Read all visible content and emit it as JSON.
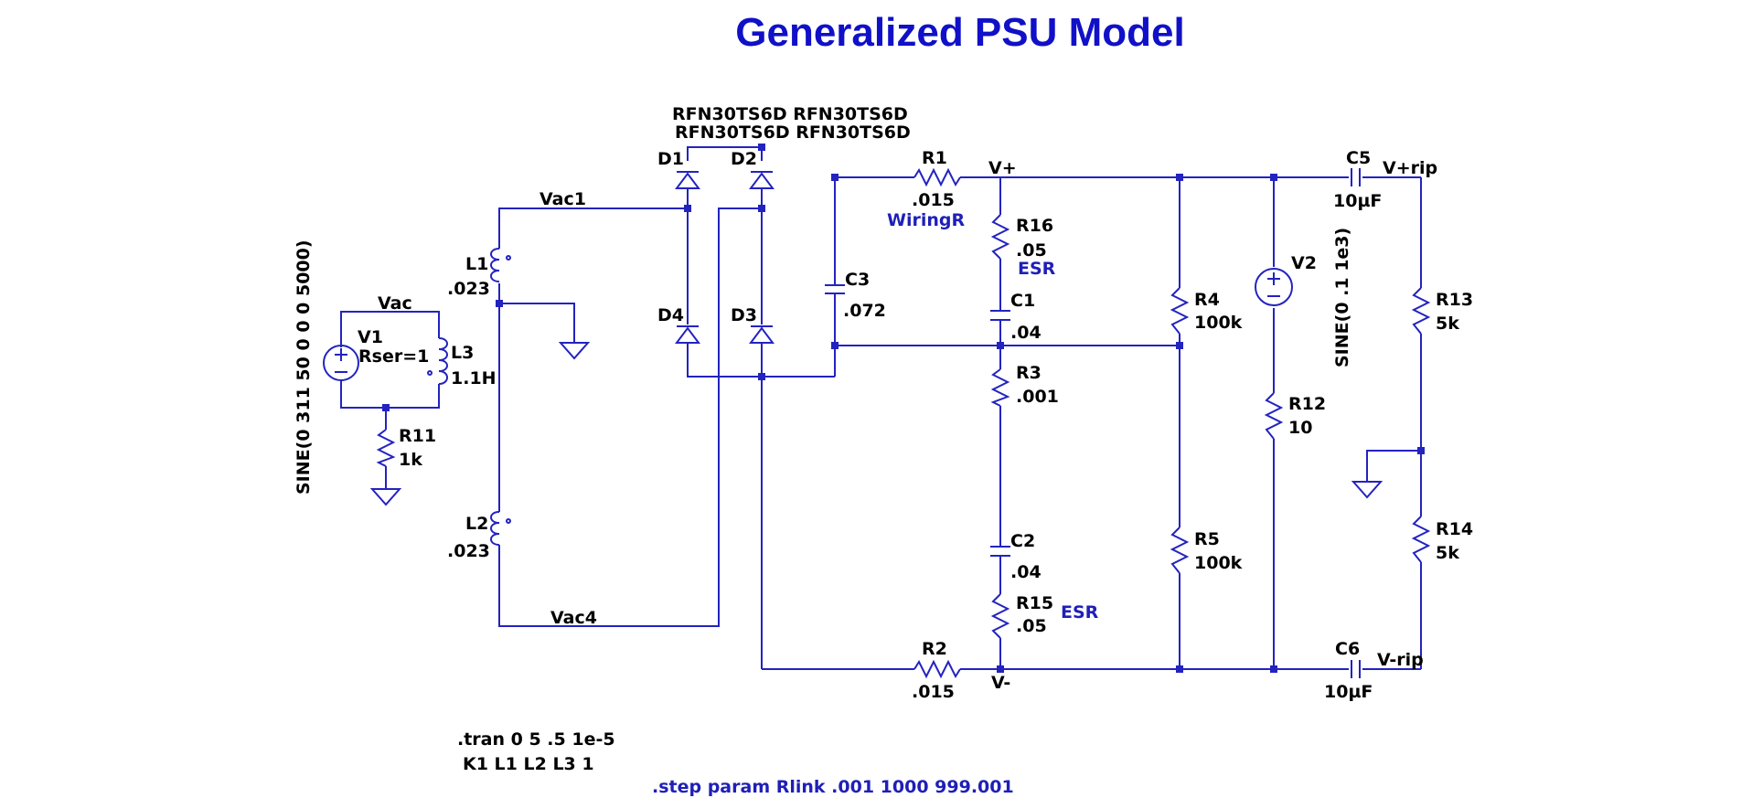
{
  "title": "Generalized PSU Model",
  "diodes": {
    "part_row1": "RFN30TS6D RFN30TS6D",
    "part_row2": "RFN30TS6D RFN30TS6D",
    "d1": "D1",
    "d2": "D2",
    "d3": "D3",
    "d4": "D4"
  },
  "nets": {
    "vac1": "Vac1",
    "vac4": "Vac4",
    "vac": "Vac",
    "vplus": "V+",
    "vminus": "V-",
    "vplus_rip": "V+rip",
    "vminus_rip": "V-rip"
  },
  "sources": {
    "v1": "V1",
    "v1_rser": "Rser=1",
    "v1_value": "SINE(0 311 50 0 0 0 5000)",
    "v2": "V2",
    "v2_value": "SINE(0 .1 1e3)"
  },
  "inductors": {
    "l1": "L1",
    "l1_value": ".023",
    "l2": "L2",
    "l2_value": ".023",
    "l3": "L3",
    "l3_value": "1.1H"
  },
  "resistors": {
    "r1": "R1",
    "r1_value": ".015",
    "r1_note": "WiringR",
    "r2": "R2",
    "r2_value": ".015",
    "r3": "R3",
    "r3_value": ".001",
    "r4": "R4",
    "r4_value": "100k",
    "r5": "R5",
    "r5_value": "100k",
    "r11": "R11",
    "r11_value": "1k",
    "r12": "R12",
    "r12_value": "10",
    "r13": "R13",
    "r13_value": "5k",
    "r14": "R14",
    "r14_value": "5k",
    "r15": "R15",
    "r15_value": ".05",
    "r15_note": "ESR",
    "r16": "R16",
    "r16_value": ".05",
    "r16_note": "ESR"
  },
  "capacitors": {
    "c1": "C1",
    "c1_value": ".04",
    "c2": "C2",
    "c2_value": ".04",
    "c3": "C3",
    "c3_value": ".072",
    "c5": "C5",
    "c5_value": "10µF",
    "c6": "C6",
    "c6_value": "10µF"
  },
  "directives": {
    "tran": ".tran 0 5 .5 1e-5",
    "coupling": "K1 L1 L2 L3 1",
    "step": ".step param Rlink .001 1000 999.001"
  },
  "colors": {
    "wire": "#2323c0",
    "title": "#1010c8",
    "annotation": "#1f1fb8",
    "text": "#000000"
  }
}
